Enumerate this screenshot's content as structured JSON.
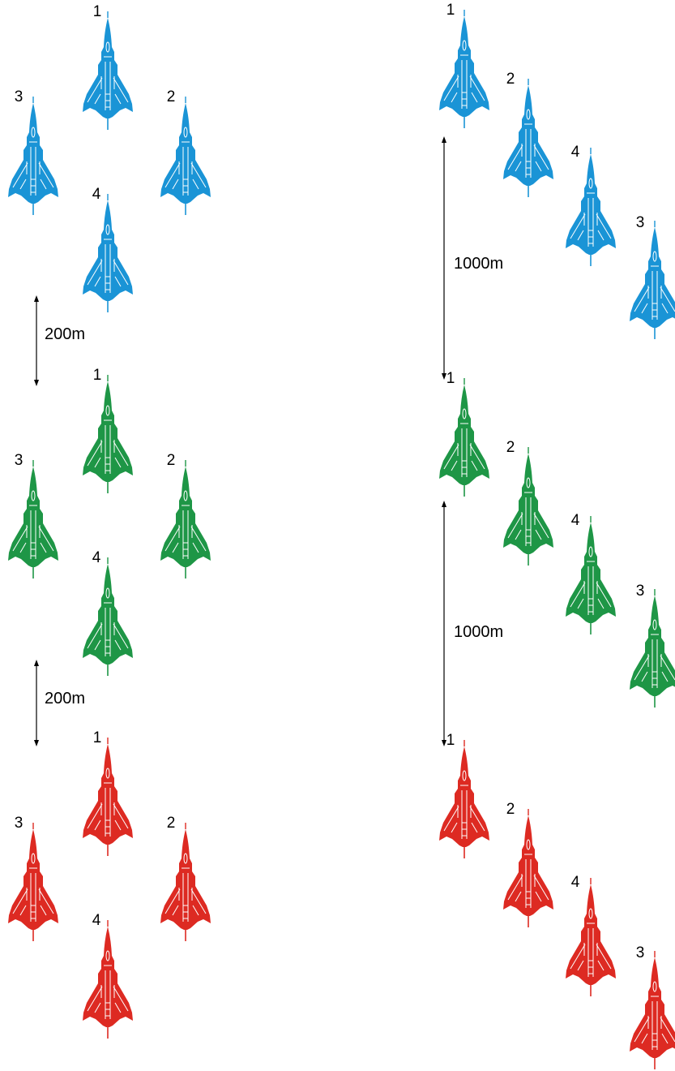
{
  "colors": {
    "blue": "#1a94d6",
    "green": "#1e9646",
    "red": "#dd2a22",
    "detail": "#ffffff",
    "text": "#000000"
  },
  "icon": "fighter-jet-icon",
  "columns": [
    {
      "name": "box",
      "flights": [
        {
          "color": "blue",
          "positions": [
            "1",
            "3",
            "2",
            "4"
          ]
        },
        {
          "color": "green",
          "positions": [
            "1",
            "3",
            "2",
            "4"
          ]
        },
        {
          "color": "red",
          "positions": [
            "1",
            "3",
            "2",
            "4"
          ]
        }
      ],
      "spacings": [
        "200m",
        "200m"
      ]
    },
    {
      "name": "echelon",
      "flights": [
        {
          "color": "blue",
          "positions": [
            "1",
            "2",
            "4",
            "3"
          ]
        },
        {
          "color": "green",
          "positions": [
            "1",
            "2",
            "4",
            "3"
          ]
        },
        {
          "color": "red",
          "positions": [
            "1",
            "2",
            "4",
            "3"
          ]
        }
      ],
      "spacings": [
        "1000m",
        "1000m"
      ]
    }
  ]
}
